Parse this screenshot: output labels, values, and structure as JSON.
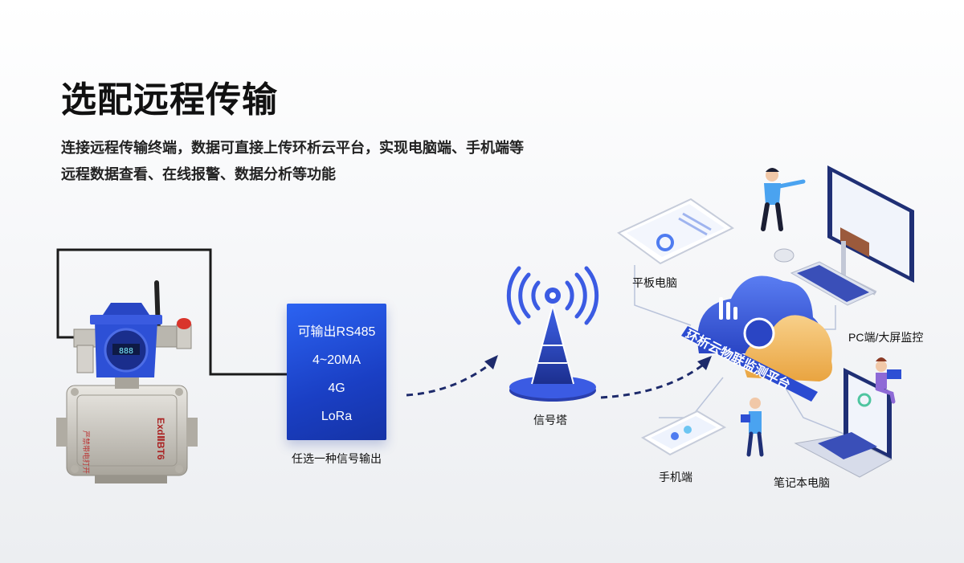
{
  "header": {
    "title": "选配远程传输",
    "description_line1": "连接远程传输终端，数据可直接上传环析云平台，实现电脑端、手机端等",
    "description_line2": "远程数据查看、在线报警、数据分析等功能"
  },
  "transmitter": {
    "device_marking": "ExdⅡBT6",
    "device_text": "严禁带电打开"
  },
  "module": {
    "options": [
      "可输出RS485",
      "4~20MA",
      "4G",
      "LoRa"
    ],
    "caption": "任选一种信号输出"
  },
  "tower": {
    "caption": "信号塔"
  },
  "platform": {
    "name": "环析云物联监测平台"
  },
  "endpoints": {
    "tablet": "平板电脑",
    "pc": "PC端/大屏监控",
    "phone": "手机端",
    "laptop": "笔记本电脑"
  },
  "colors": {
    "primary_blue": "#1f4fd8",
    "dark_navy": "#1d2a6b",
    "cloud_orange": "#f3b95a",
    "text": "#111111"
  }
}
